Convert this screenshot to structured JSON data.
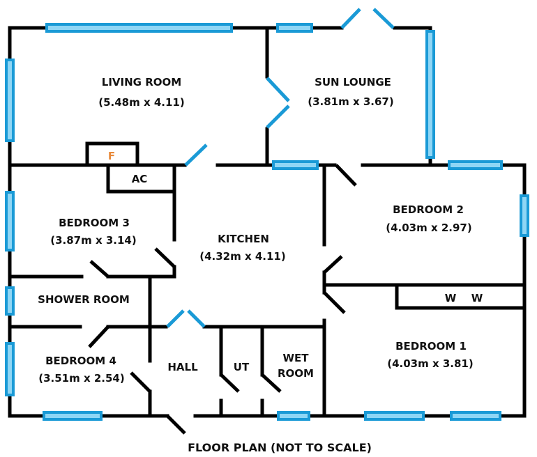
{
  "colors": {
    "wall": "#000000",
    "window_border": "#1a9ad6",
    "window_fill": "#8fd6f5",
    "fireplace_label": "#e8893a"
  },
  "rooms": {
    "living_room": {
      "name": "LIVING ROOM",
      "dims": "(5.48m x 4.11)"
    },
    "sun_lounge": {
      "name": "SUN LOUNGE",
      "dims": "(3.81m x 3.67)"
    },
    "bedroom_3": {
      "name": "BEDROOM 3",
      "dims": "(3.87m x 3.14)"
    },
    "kitchen": {
      "name": "KITCHEN",
      "dims": "(4.32m x 4.11)"
    },
    "bedroom_2": {
      "name": "BEDROOM 2",
      "dims": "(4.03m x 2.97)"
    },
    "shower_room": {
      "name": "SHOWER ROOM"
    },
    "bedroom_4": {
      "name": "BEDROOM 4",
      "dims": "(3.51m x 2.54)"
    },
    "hall": {
      "name": "HALL"
    },
    "utility": {
      "name": "UT"
    },
    "wet_room": {
      "name_line1": "WET",
      "name_line2": "ROOM"
    },
    "bedroom_1": {
      "name": "BEDROOM 1",
      "dims": "(4.03m x 3.81)"
    }
  },
  "fixtures": {
    "fireplace": "F",
    "airing_cupboard": "AC",
    "wardrobe_1": "W",
    "wardrobe_2": "W"
  },
  "caption": "FLOOR PLAN (NOT TO SCALE)"
}
